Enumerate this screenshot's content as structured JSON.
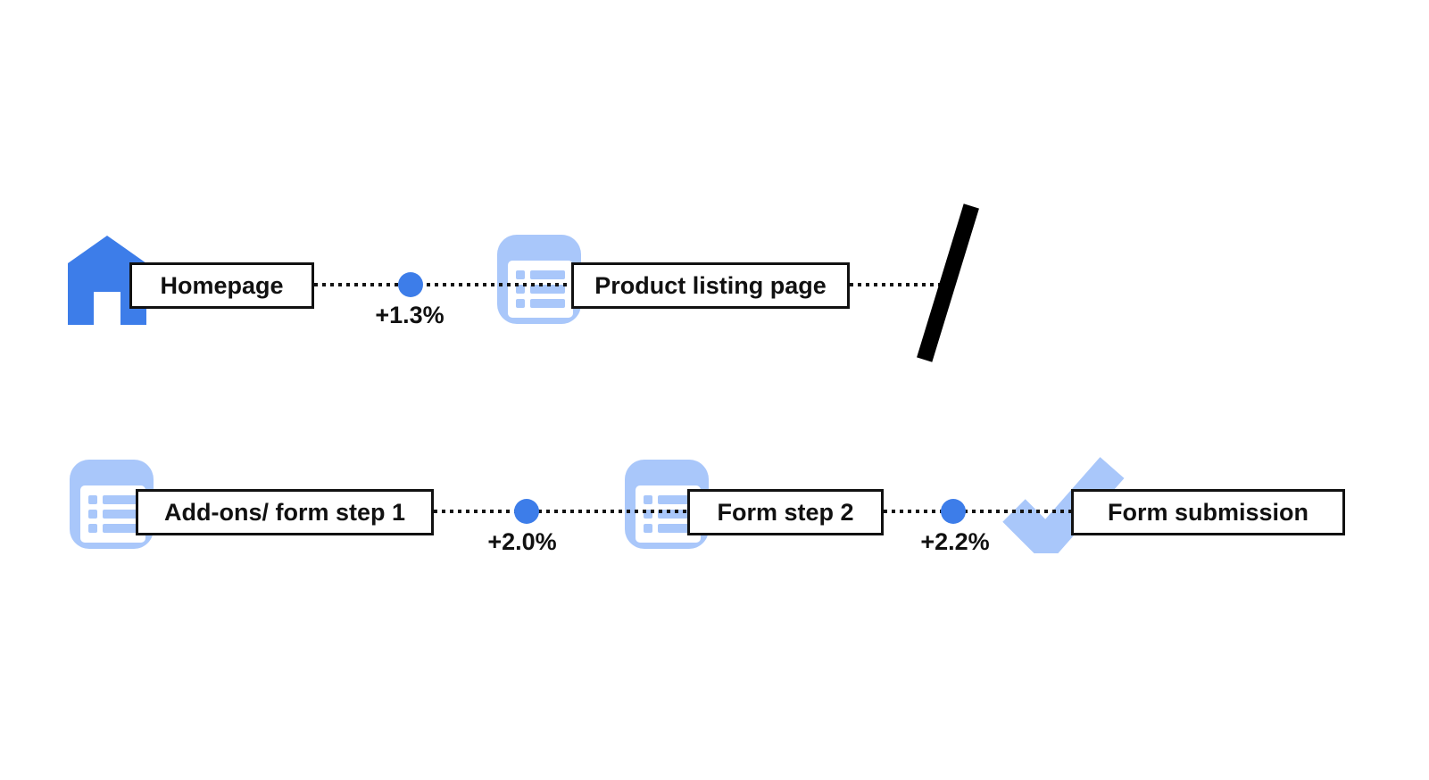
{
  "diagram": {
    "type": "user-journey-funnel",
    "steps": [
      {
        "label": "Homepage",
        "icon": "home-icon"
      },
      {
        "label": "Product listing page",
        "icon": "list-icon"
      },
      {
        "label": "Add-ons/ form step 1",
        "icon": "list-icon"
      },
      {
        "label": "Form step 2",
        "icon": "list-icon"
      },
      {
        "label": "Form submission",
        "icon": "check-icon"
      }
    ],
    "transitions": [
      {
        "delta": "+1.3%"
      },
      {
        "delta": "+2.0%"
      },
      {
        "delta": "+2.2%"
      }
    ],
    "row_break_marker": "slash",
    "colors": {
      "accent_blue": "#3D7DE9",
      "light_blue": "#A9C7FA",
      "line_black": "#141414",
      "box_border": "#111111",
      "background": "#FFFFFF"
    }
  }
}
